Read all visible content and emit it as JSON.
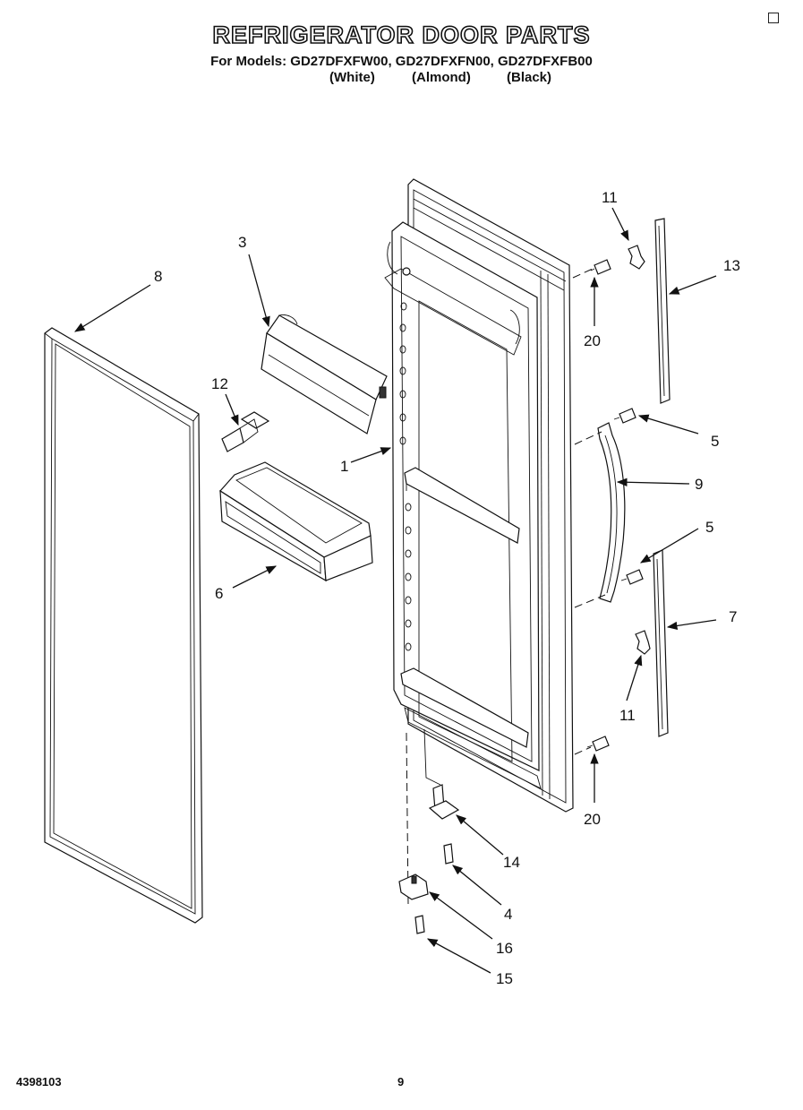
{
  "page": {
    "title": "REFRIGERATOR DOOR PARTS",
    "models_line": "For Models: GD27DFXFW00, GD27DFXFN00, GD27DFXFB00",
    "colors": [
      "(White)",
      "(Almond)",
      "(Black)"
    ],
    "doc_number": "4398103",
    "page_number": "9"
  },
  "callouts": {
    "c1": "1",
    "c3": "3",
    "c4": "4",
    "c5a": "5",
    "c5b": "5",
    "c6": "6",
    "c7": "7",
    "c8": "8",
    "c9": "9",
    "c11a": "11",
    "c11b": "11",
    "c12": "12",
    "c13": "13",
    "c14": "14",
    "c15": "15",
    "c16": "16",
    "c20a": "20",
    "c20b": "20"
  }
}
